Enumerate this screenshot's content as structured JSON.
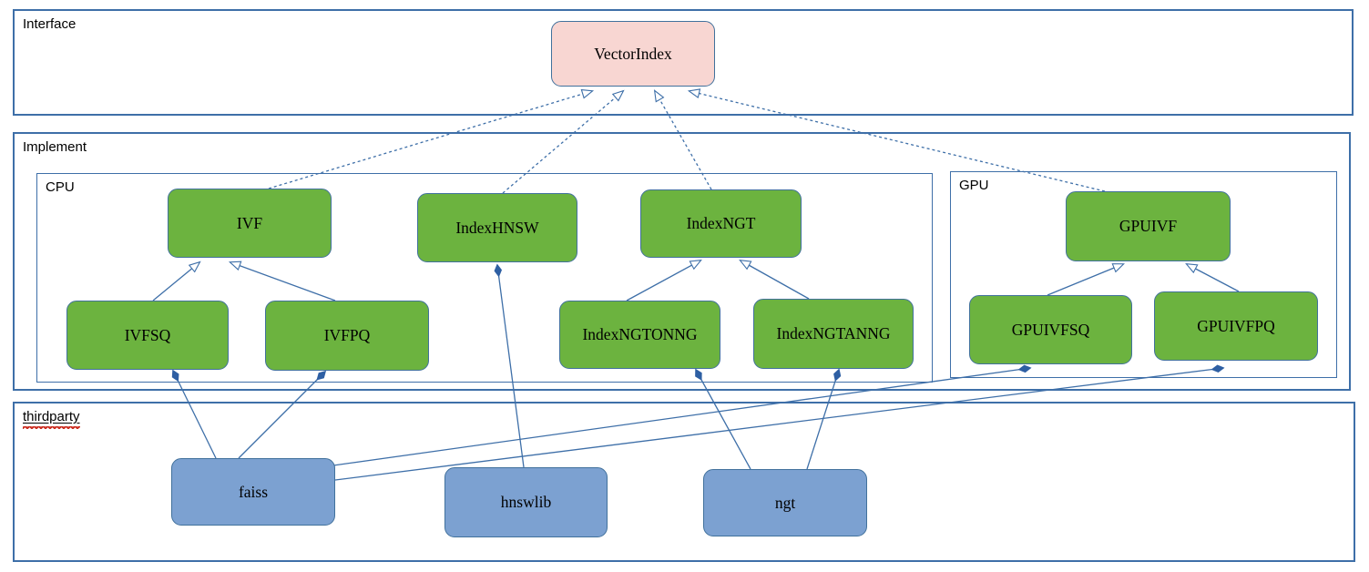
{
  "colors": {
    "edge": "#3e6fa8",
    "edge-dark": "#2e5fa3",
    "container-border": "#3e6fa8",
    "green": "#6cb33f",
    "pink": "#f8d6d2",
    "blue-node": "#7ca1d1",
    "node-border": "#41719c"
  },
  "containers": {
    "interface": {
      "label": "Interface"
    },
    "implement": {
      "label": "Implement"
    },
    "cpu": {
      "label": "CPU"
    },
    "gpu": {
      "label": "GPU"
    },
    "thirdparty": {
      "label": "thirdparty"
    }
  },
  "nodes": {
    "vectorindex": {
      "label": "VectorIndex",
      "group": "interface"
    },
    "ivf": {
      "label": "IVF",
      "group": "cpu"
    },
    "indexhnsw": {
      "label": "IndexHNSW",
      "group": "cpu"
    },
    "indexngt": {
      "label": "IndexNGT",
      "group": "cpu"
    },
    "gpuivf": {
      "label": "GPUIVF",
      "group": "gpu"
    },
    "ivfsq": {
      "label": "IVFSQ",
      "group": "cpu"
    },
    "ivfpq": {
      "label": "IVFPQ",
      "group": "cpu"
    },
    "indexngtonng": {
      "label": "IndexNGTONNG",
      "group": "cpu"
    },
    "indexngtanng": {
      "label": "IndexNGTANNG",
      "group": "cpu"
    },
    "gpuivfsq": {
      "label": "GPUIVFSQ",
      "group": "gpu"
    },
    "gpuivfpq": {
      "label": "GPUIVFPQ",
      "group": "gpu"
    },
    "faiss": {
      "label": "faiss",
      "group": "thirdparty"
    },
    "hnswlib": {
      "label": "hnswlib",
      "group": "thirdparty"
    },
    "ngt": {
      "label": "ngt",
      "group": "thirdparty"
    }
  },
  "edges": [
    {
      "from": "IVF",
      "to": "VectorIndex",
      "type": "realization-dashed-hollow-arrow"
    },
    {
      "from": "IndexHNSW",
      "to": "VectorIndex",
      "type": "realization-dashed-hollow-arrow"
    },
    {
      "from": "IndexNGT",
      "to": "VectorIndex",
      "type": "realization-dashed-hollow-arrow"
    },
    {
      "from": "GPUIVF",
      "to": "VectorIndex",
      "type": "realization-dashed-hollow-arrow"
    },
    {
      "from": "IVFSQ",
      "to": "IVF",
      "type": "inheritance-hollow-arrow"
    },
    {
      "from": "IVFPQ",
      "to": "IVF",
      "type": "inheritance-hollow-arrow"
    },
    {
      "from": "IndexNGTONNG",
      "to": "IndexNGT",
      "type": "inheritance-hollow-arrow"
    },
    {
      "from": "IndexNGTANNG",
      "to": "IndexNGT",
      "type": "inheritance-hollow-arrow"
    },
    {
      "from": "GPUIVFSQ",
      "to": "GPUIVF",
      "type": "inheritance-hollow-arrow"
    },
    {
      "from": "GPUIVFPQ",
      "to": "GPUIVF",
      "type": "inheritance-hollow-arrow"
    },
    {
      "from": "IndexHNSW",
      "to": "hnswlib",
      "type": "composition-filled-diamond"
    },
    {
      "from": "IVFSQ",
      "to": "faiss",
      "type": "composition-filled-diamond"
    },
    {
      "from": "IVFPQ",
      "to": "faiss",
      "type": "composition-filled-diamond"
    },
    {
      "from": "IndexNGTONNG",
      "to": "ngt",
      "type": "composition-filled-diamond"
    },
    {
      "from": "IndexNGTANNG",
      "to": "ngt",
      "type": "composition-filled-diamond"
    },
    {
      "from": "GPUIVFSQ",
      "to": "faiss",
      "type": "composition-filled-diamond"
    },
    {
      "from": "GPUIVFPQ",
      "to": "faiss",
      "type": "composition-filled-diamond"
    }
  ]
}
